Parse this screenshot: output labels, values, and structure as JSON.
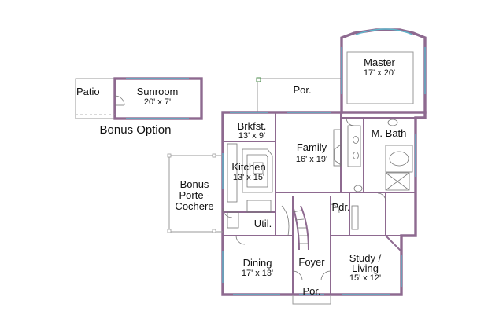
{
  "rooms": {
    "patio": {
      "name": "Patio"
    },
    "sunroom": {
      "name": "Sunroom",
      "dims": "20' x 7'"
    },
    "porch_top": {
      "name": "Por."
    },
    "master": {
      "name": "Master",
      "dims": "17' x 20'"
    },
    "brkfst": {
      "name": "Brkfst.",
      "dims": "13' x 9'"
    },
    "family": {
      "name": "Family",
      "dims": "16' x 19'"
    },
    "m_bath": {
      "name": "M. Bath"
    },
    "kitchen": {
      "name": "Kitchen",
      "dims": "13' x 15'"
    },
    "porte_cochere": {
      "line1": "Bonus",
      "line2": "Porte -",
      "line3": "Cochere"
    },
    "pdr": {
      "name": "Pdr."
    },
    "util": {
      "name": "Util."
    },
    "dining": {
      "name": "Dining",
      "dims": "17' x 13'"
    },
    "foyer": {
      "name": "Foyer"
    },
    "study": {
      "line1": "Study /",
      "line2": "Living",
      "dims": "15' x 12'"
    },
    "porch_bottom": {
      "name": "Por."
    }
  },
  "bonus_option": "Bonus Option",
  "colors": {
    "wall": "#8e6a90",
    "window": "#5db3c9",
    "fixture": "#777777"
  }
}
